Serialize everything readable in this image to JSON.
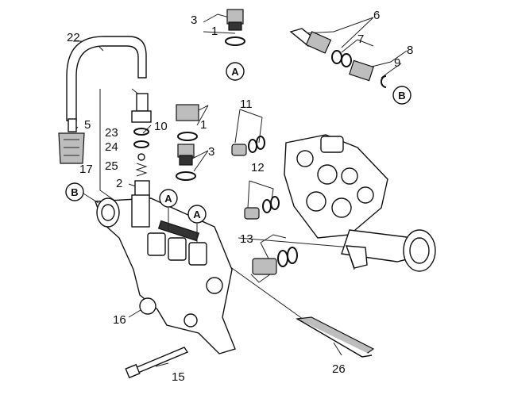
{
  "callouts": {
    "n1a": "1",
    "n1b": "1",
    "n2": "2",
    "n3a": "3",
    "n3b": "3",
    "n5": "5",
    "n6": "6",
    "n7": "7",
    "n8": "8",
    "n9": "9",
    "n10": "10",
    "n11": "11",
    "n12": "12",
    "n13": "13",
    "n15": "15",
    "n16": "16",
    "n17": "17",
    "n22": "22",
    "n23": "23",
    "n24": "24",
    "n25": "25",
    "n26": "26"
  },
  "connectors": {
    "a_top": "A",
    "a_mid1": "A",
    "a_mid2": "A",
    "b_left": "B",
    "b_right": "B"
  }
}
